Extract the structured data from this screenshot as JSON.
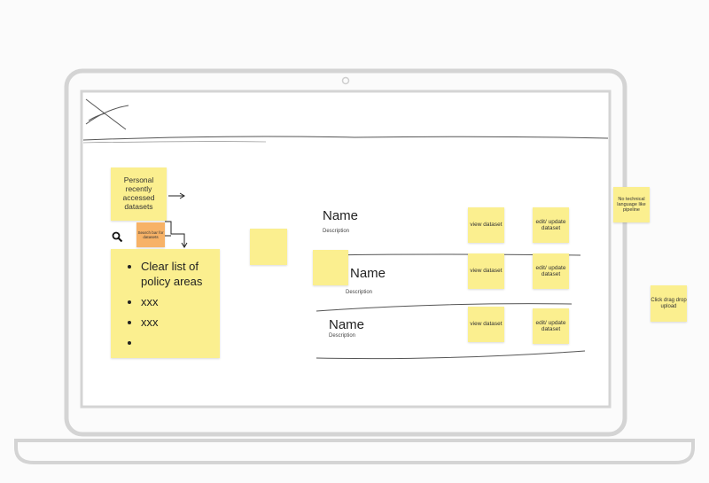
{
  "notes": {
    "personal": "Personal recently accessed datasets",
    "search": "Search bar for datasets",
    "technical": "No technical language like pipeline",
    "upload": "Click drag drop upload"
  },
  "policy": {
    "items": [
      "Clear list of policy areas",
      "xxx",
      "xxx",
      ""
    ]
  },
  "datasets": [
    {
      "name": "Name",
      "description": "Description",
      "view": "view dataset",
      "edit": "edit/ update dataset"
    },
    {
      "name": "Name",
      "description": "Description",
      "view": "view dataset",
      "edit": "edit/ update dataset"
    },
    {
      "name": "Name",
      "description": "Description",
      "view": "view dataset",
      "edit": "edit/ update dataset"
    }
  ],
  "icons": {
    "search": "search-icon",
    "logo_placeholder": "image-placeholder-icon",
    "camera": "camera-icon"
  },
  "colors": {
    "sticky_yellow": "#fbef8f",
    "sticky_orange": "#f7b267",
    "frame": "#d4d4d4"
  }
}
